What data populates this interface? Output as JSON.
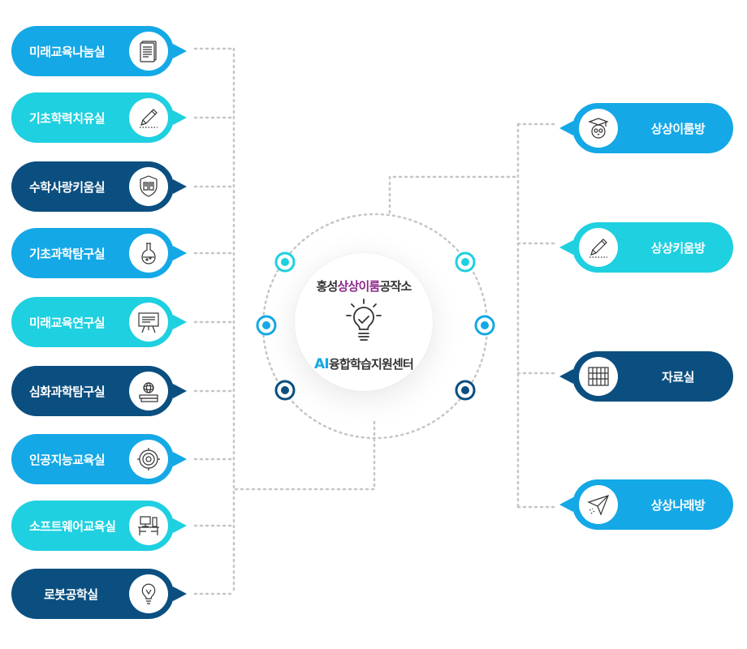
{
  "center": {
    "title_prefix": "홍성",
    "title_highlight": "상상이룸",
    "title_suffix": "공작소",
    "sub_ai": "AI",
    "sub_rest": "융합학습지원센터"
  },
  "left_items": [
    {
      "label": "미래교육나눔실",
      "icon": "document-icon",
      "color": "#14a8e6"
    },
    {
      "label": "기초학력치유실",
      "icon": "pencil-icon",
      "color": "#1ed0e0"
    },
    {
      "label": "수학사랑키움실",
      "icon": "book-shield-icon",
      "color": "#0b4f80"
    },
    {
      "label": "기초과학탐구실",
      "icon": "flask-icon",
      "color": "#14a8e6"
    },
    {
      "label": "미래교육연구실",
      "icon": "presentation-board-icon",
      "color": "#1ed0e0"
    },
    {
      "label": "심화과학탐구실",
      "icon": "books-atom-icon",
      "color": "#0b4f80"
    },
    {
      "label": "인공지능교육실",
      "icon": "target-icon",
      "color": "#14a8e6"
    },
    {
      "label": "소프트웨어교육실",
      "icon": "computer-desk-icon",
      "color": "#1ed0e0"
    },
    {
      "label": "로봇공학실",
      "icon": "lightbulb-icon",
      "color": "#0b4f80"
    }
  ],
  "right_items": [
    {
      "label": "상상이룸방",
      "icon": "graduate-owl-icon",
      "color": "#14a8e6"
    },
    {
      "label": "상상키움방",
      "icon": "pencil-icon",
      "color": "#1ed0e0"
    },
    {
      "label": "자료실",
      "icon": "bookshelf-icon",
      "color": "#0b4f80"
    },
    {
      "label": "상상나래방",
      "icon": "paper-plane-icon",
      "color": "#14a8e6"
    }
  ]
}
